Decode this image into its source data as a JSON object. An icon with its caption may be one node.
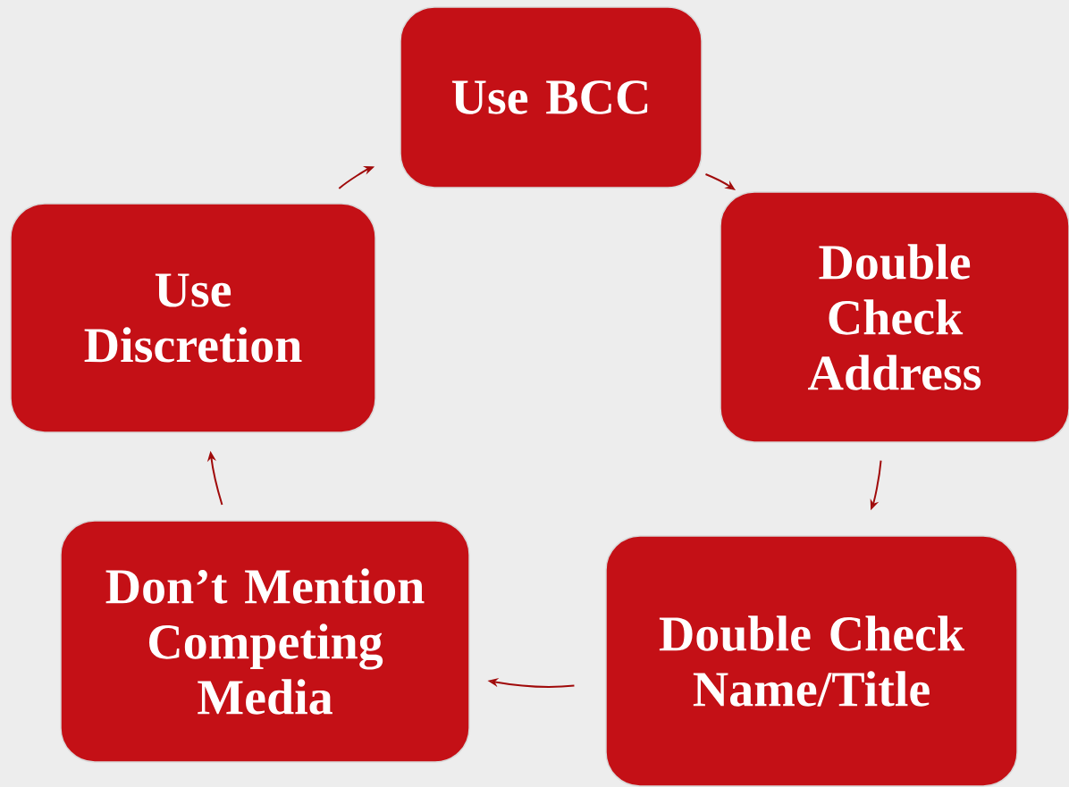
{
  "diagram": {
    "nodes": [
      {
        "text": [
          "Use BCC"
        ]
      },
      {
        "text": [
          "Double Check Address"
        ]
      },
      {
        "text": [
          "Double Check Name/Title"
        ]
      },
      {
        "text": [
          "Don’t Mention Competing Media"
        ]
      },
      {
        "text": [
          "Use Discretion"
        ]
      }
    ],
    "edges": [
      {
        "from": 0,
        "to": 1,
        "arrow": "to"
      },
      {
        "from": 1,
        "to": 2,
        "arrow": "to"
      },
      {
        "from": 2,
        "to": 3,
        "arrow": "to"
      },
      {
        "from": 3,
        "to": 4,
        "arrow": "to"
      },
      {
        "from": 4,
        "to": 0,
        "arrow": "to"
      }
    ]
  }
}
